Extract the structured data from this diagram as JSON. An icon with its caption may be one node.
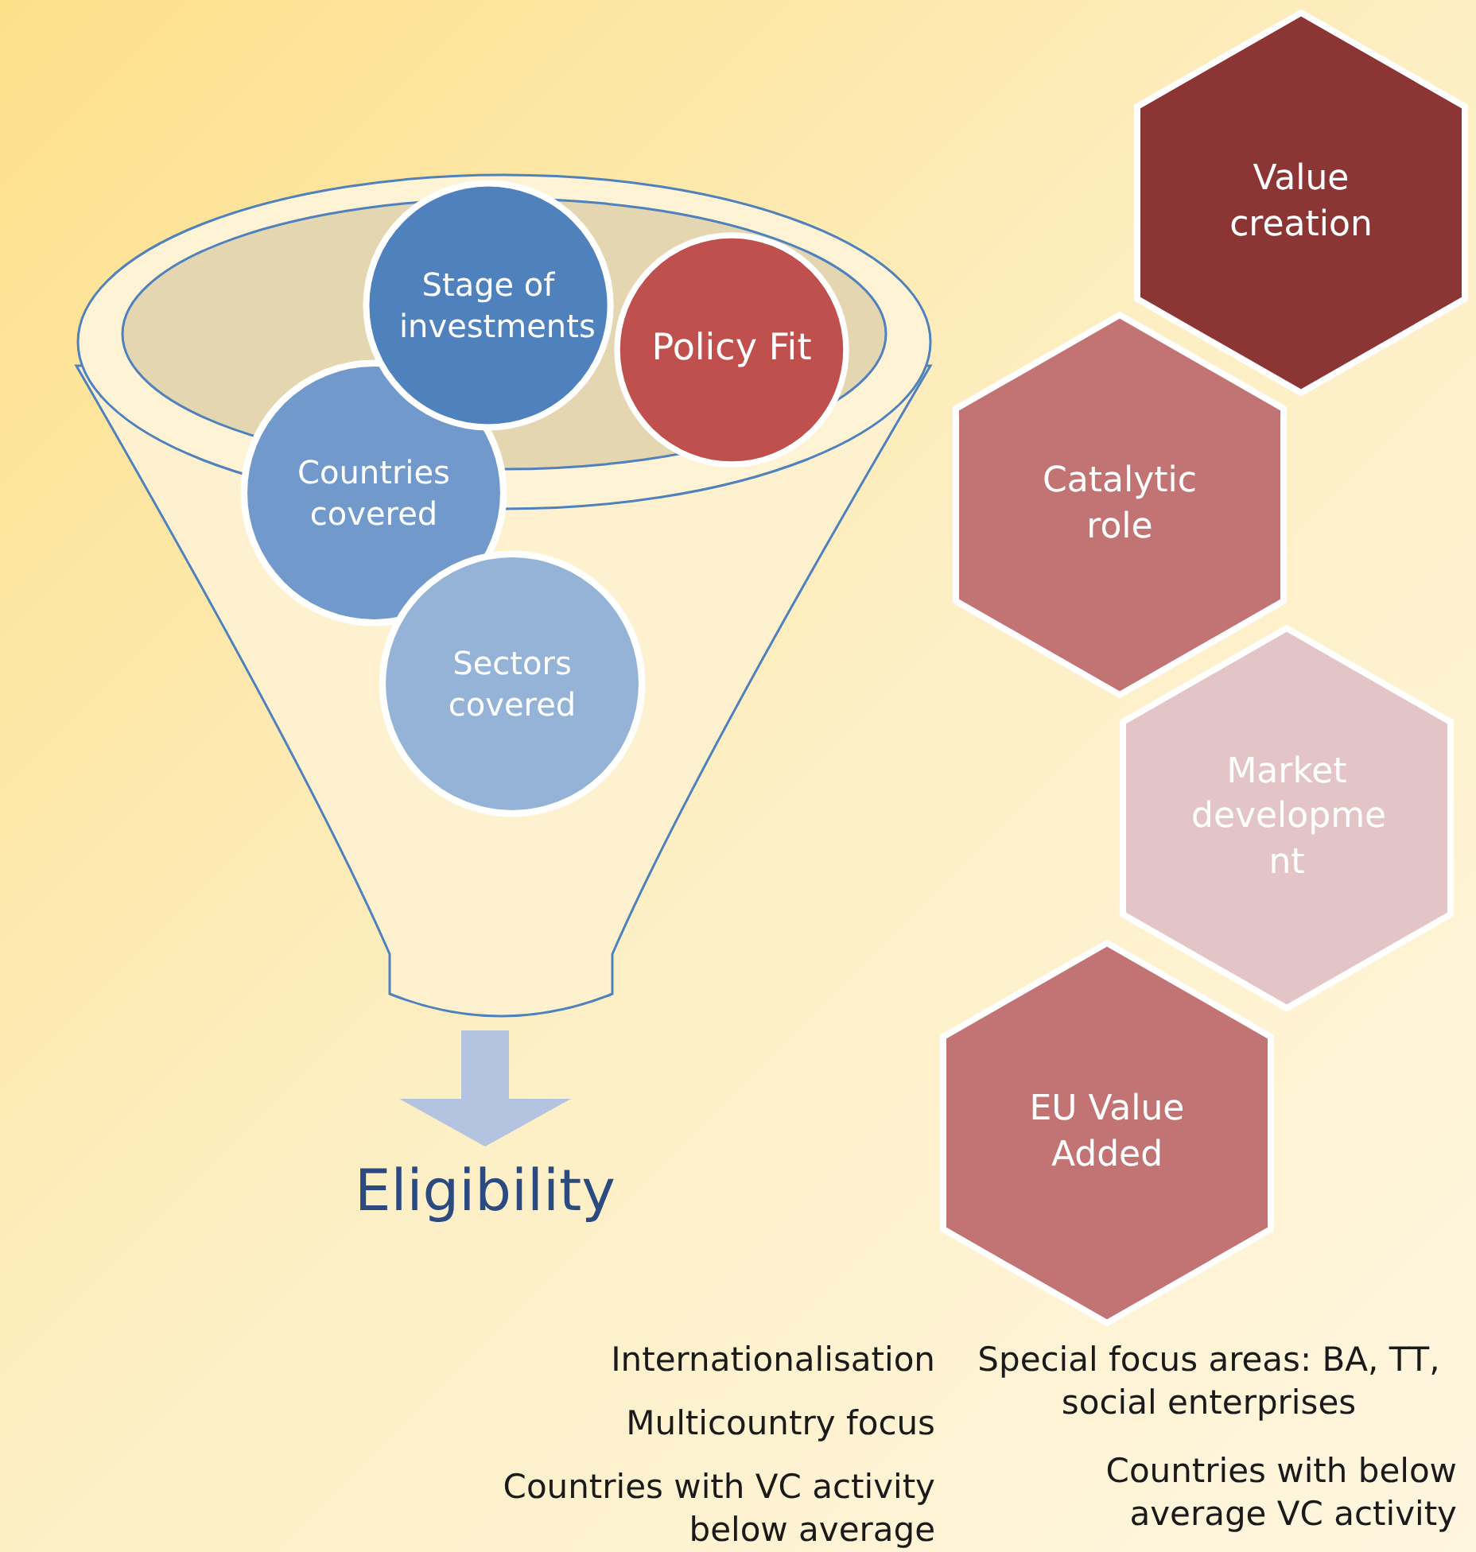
{
  "diagram": {
    "nodes": [
      {
        "text": [],
        "shape": "funnel"
      },
      {
        "text": [
          "Stage of investments"
        ]
      },
      {
        "text": [
          "Policy Fit"
        ]
      },
      {
        "text": [
          "Countries covered"
        ],
        "in": 0
      },
      {
        "text": [
          "Sectors covered"
        ],
        "in": 0
      },
      {
        "text": [
          "Eligibility"
        ]
      },
      {
        "text": [
          "Value creation"
        ]
      },
      {
        "text": [
          "Catalytic role"
        ]
      },
      {
        "text": [
          "Market developme nt"
        ]
      },
      {
        "text": [
          "EU Value Added"
        ]
      }
    ],
    "edges": [
      {
        "from": 0,
        "to": 5,
        "arrow": "to"
      }
    ],
    "labels": [
      "Internationalisation",
      "Special focus areas: BA, TT, social enterprises",
      "Multicountry focus",
      "Countries with below average VC activity",
      "Countries with VC activity below average"
    ]
  }
}
